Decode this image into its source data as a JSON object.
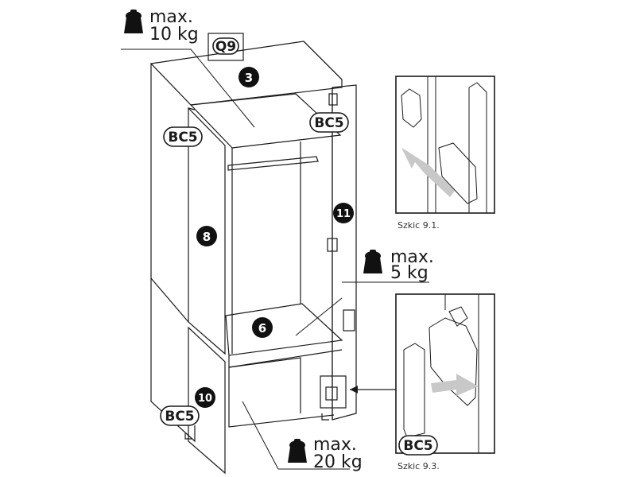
{
  "weights": {
    "top": {
      "max": "max.",
      "value": "10 kg"
    },
    "middle": {
      "max": "max.",
      "value": "5 kg"
    },
    "bottom": {
      "max": "max.",
      "value": "20 kg"
    }
  },
  "labels": {
    "q9": "Q9",
    "bc5": "BC5",
    "part_3": "3",
    "part_6": "6",
    "part_8": "8",
    "part_10": "10",
    "part_11": "11"
  },
  "captions": {
    "sketch_1": "Szkic 9.1.",
    "sketch_2": "Szkic 9.3."
  },
  "colors": {
    "line": "#1a1a1a",
    "badge": "#111111",
    "arrow_fill": "#c8c8c8",
    "panel_fill": "#ffffff"
  }
}
